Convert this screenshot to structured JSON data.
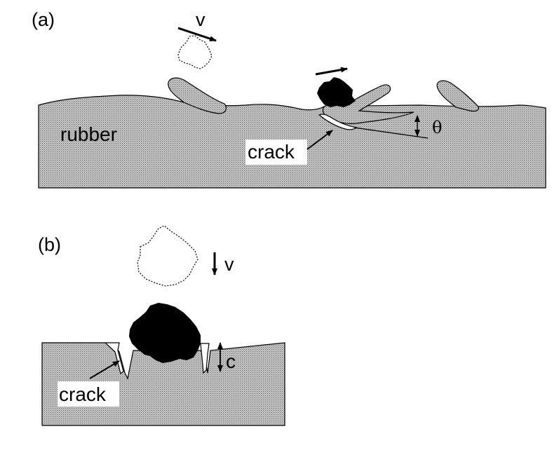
{
  "panel_a": {
    "label": "(a)",
    "material_label": "rubber",
    "crack_label": "crack",
    "velocity_label": "v",
    "angle_label": "θ"
  },
  "panel_b": {
    "label": "(b)",
    "crack_label": "crack",
    "velocity_label": "v",
    "depth_label": "c"
  },
  "colors": {
    "rubber_fill": "#b8b8b8",
    "particle_fill": "#000000",
    "outline": "#000000",
    "background": "#ffffff"
  }
}
